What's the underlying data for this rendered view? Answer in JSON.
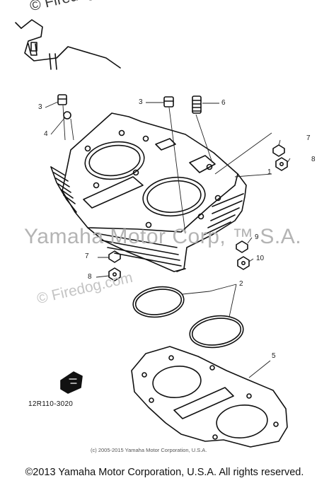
{
  "watermarks": {
    "top": "© Firedog.com",
    "middle": "© Firedog.com",
    "band": "Yamaha Motor Corp, ™ S.A."
  },
  "callouts": [
    "1",
    "2",
    "3",
    "3",
    "4",
    "5",
    "6",
    "7",
    "7",
    "8",
    "8",
    "9",
    "10"
  ],
  "part_code": "12R110-3020",
  "small_copyright": "(c) 2005-2015 Yamaha Motor Corporation, U.S.A.",
  "footer": "©2013 Yamaha Motor Corporation, U.S.A. All rights reserved.",
  "colors": {
    "line": "#111111",
    "watermark_dark": "#3a3a3a",
    "watermark_light": "#c4c4c4"
  }
}
